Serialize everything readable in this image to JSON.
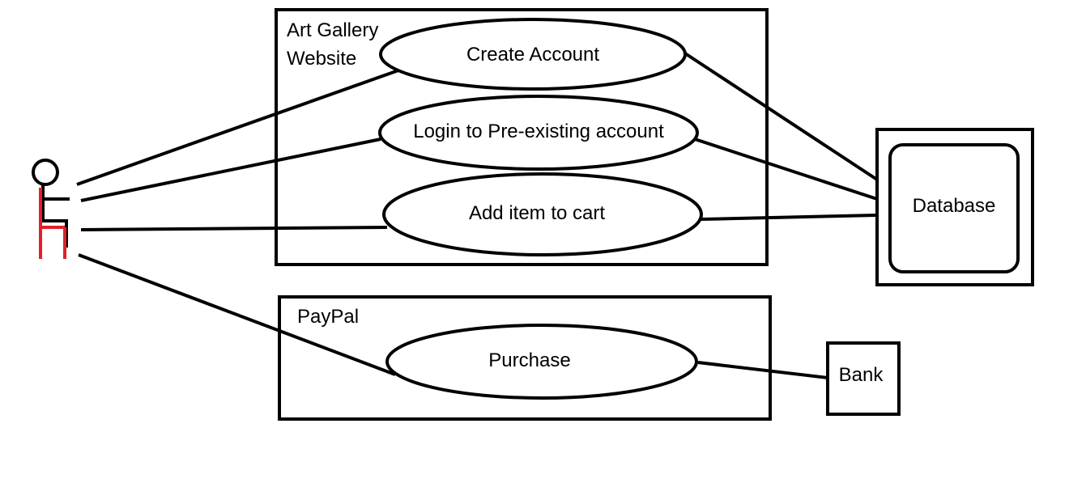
{
  "systems": {
    "website": {
      "title_line1": "Art Gallery",
      "title_line2": "Website"
    },
    "paypal": {
      "title": "PayPal"
    }
  },
  "use_cases": {
    "create_account": "Create Account",
    "login": "Login to Pre-existing account",
    "add_to_cart": "Add item to cart",
    "purchase": "Purchase"
  },
  "externals": {
    "database": "Database",
    "bank": "Bank"
  },
  "colors": {
    "actor_accent": "#e0202a",
    "stroke": "#000000"
  },
  "icons": {
    "actor": "seated-stick-figure-icon"
  }
}
